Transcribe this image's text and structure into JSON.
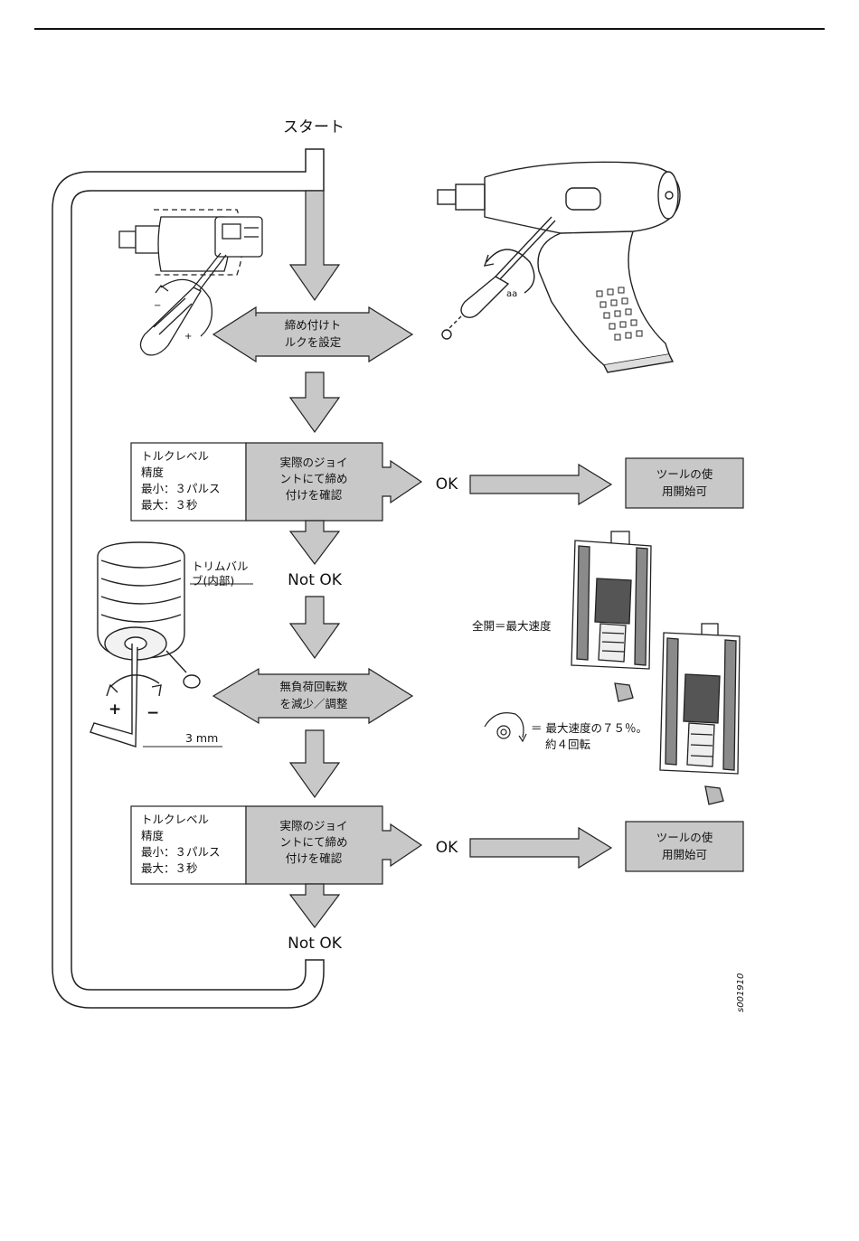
{
  "start": "スタート",
  "set_torque": [
    "締め付けト",
    "ルクを設定"
  ],
  "check": {
    "spec": [
      "トルクレベル",
      "精度",
      "最小：３パルス",
      "最大：３秒"
    ],
    "action": [
      "実際のジョイ",
      "ントにて締め",
      "付けを確認"
    ],
    "ok": "OK",
    "not_ok": "Not OK",
    "result": [
      "ツールの使",
      "用開始可"
    ]
  },
  "adjust": [
    "無負荷回転数",
    "を減少／調整"
  ],
  "labels": {
    "trim_valve": [
      "トリムバル",
      "ブ(内部)"
    ],
    "hex_key": "3 mm",
    "plus": "+",
    "minus": "−",
    "small_plus": "+",
    "small_minus": "−",
    "screw_mark": "aa",
    "full_open": "全開＝最大速度",
    "three_quarter": [
      "＝ 最大速度の７５％。",
      "約４回転"
    ]
  },
  "figure_id": "s001910",
  "colors": {
    "arrow_fill": "#c8c8c8",
    "box_fill": "#c8c8c8",
    "stroke": "#222222"
  }
}
